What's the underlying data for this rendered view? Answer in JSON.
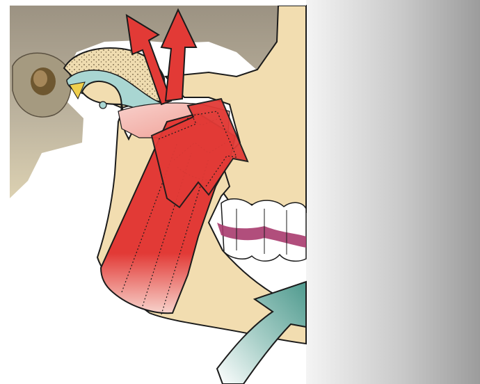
{
  "figure": {
    "subject": "jaw-muscle-force-diagram",
    "colors": {
      "bone": "#f2ddb0",
      "bone_outline": "#1b1b1b",
      "shadow": "#8a7f6c",
      "muscle": "#e23a36",
      "muscle_light": "#f3b3ad",
      "cartilage": "#a9d6d2",
      "disc_yellow": "#f0cf4d",
      "gum": "#a83b6e",
      "teeth": "#ffffff",
      "arrow_green": "#5fa59a",
      "panel_gradient_light": "#f4f4f4",
      "panel_gradient_dark": "#9c9c9c"
    },
    "arrows": [
      {
        "name": "muscle-force-arrow-large",
        "color": "#e23a36",
        "direction": "up-right"
      },
      {
        "name": "muscle-force-arrow-medial",
        "color": "#f08a80",
        "direction": "up-right"
      },
      {
        "name": "joint-force-arrow-left",
        "color": "#e23a36",
        "direction": "up-left"
      },
      {
        "name": "joint-force-arrow-right",
        "color": "#e23a36",
        "direction": "up"
      },
      {
        "name": "bite-force-arrow",
        "color": "#5fa59a",
        "direction": "up-right"
      }
    ]
  }
}
